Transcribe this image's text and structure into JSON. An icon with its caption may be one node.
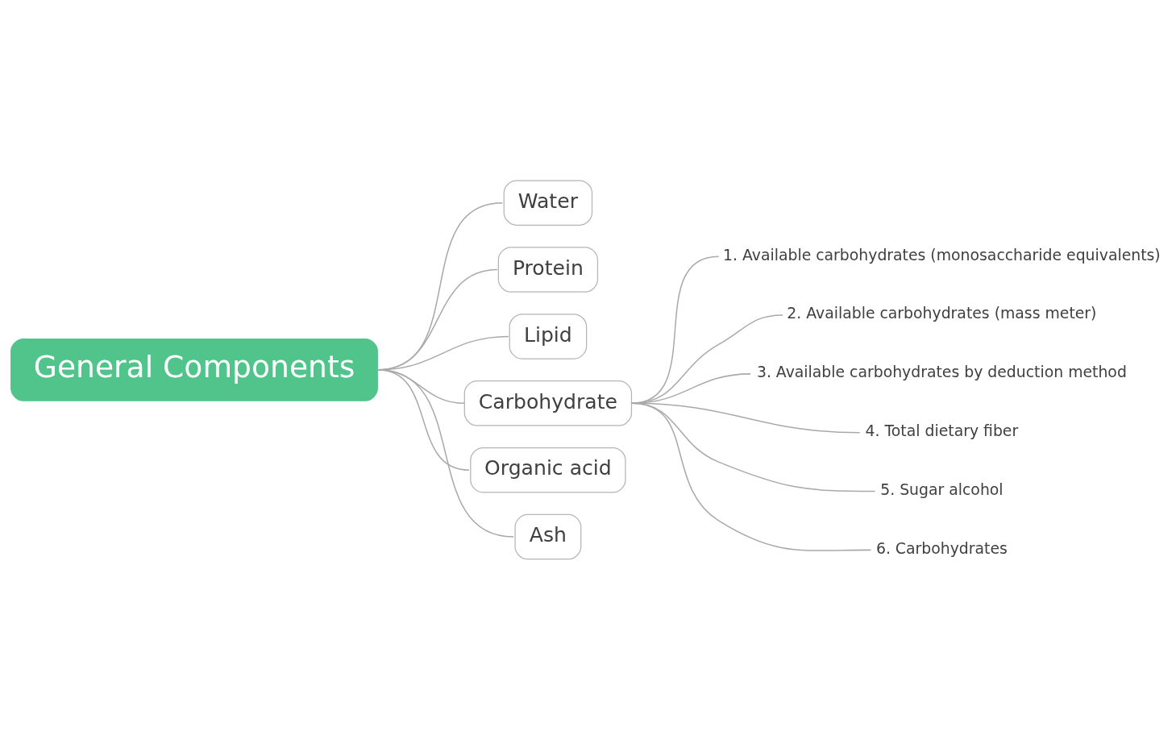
{
  "diagram": {
    "nodes": [
      {
        "text": [
          "General Components"
        ]
      },
      {
        "text": [
          "Water"
        ]
      },
      {
        "text": [
          "Protein"
        ]
      },
      {
        "text": [
          "Lipid"
        ]
      },
      {
        "text": [
          "Carbohydrate"
        ]
      },
      {
        "text": [
          "1. Available carbohydrates (monosaccharide equivalents)"
        ]
      },
      {
        "text": [
          "2. Available carbohydrates (mass meter)"
        ]
      },
      {
        "text": [
          "3. Available carbohydrates by deduction method"
        ]
      },
      {
        "text": [
          "4. Total dietary fiber"
        ]
      },
      {
        "text": [
          "5. Sugar alcohol"
        ]
      },
      {
        "text": [
          "6. Carbohydrates"
        ]
      },
      {
        "text": [
          "Organic acid"
        ]
      },
      {
        "text": [
          "Ash"
        ]
      }
    ],
    "edges": [
      {
        "from": 0,
        "to": 1,
        "arrow": "none"
      },
      {
        "from": 0,
        "to": 2,
        "arrow": "none"
      },
      {
        "from": 0,
        "to": 3,
        "arrow": "none"
      },
      {
        "from": 0,
        "to": 4,
        "arrow": "none"
      },
      {
        "from": 4,
        "to": 5,
        "arrow": "none"
      },
      {
        "from": 4,
        "to": 6,
        "arrow": "none"
      },
      {
        "from": 4,
        "to": 7,
        "arrow": "none"
      },
      {
        "from": 4,
        "to": 8,
        "arrow": "none"
      },
      {
        "from": 4,
        "to": 9,
        "arrow": "none"
      },
      {
        "from": 4,
        "to": 10,
        "arrow": "none"
      },
      {
        "from": 0,
        "to": 11,
        "arrow": "none"
      },
      {
        "from": 0,
        "to": 12,
        "arrow": "none"
      }
    ]
  }
}
